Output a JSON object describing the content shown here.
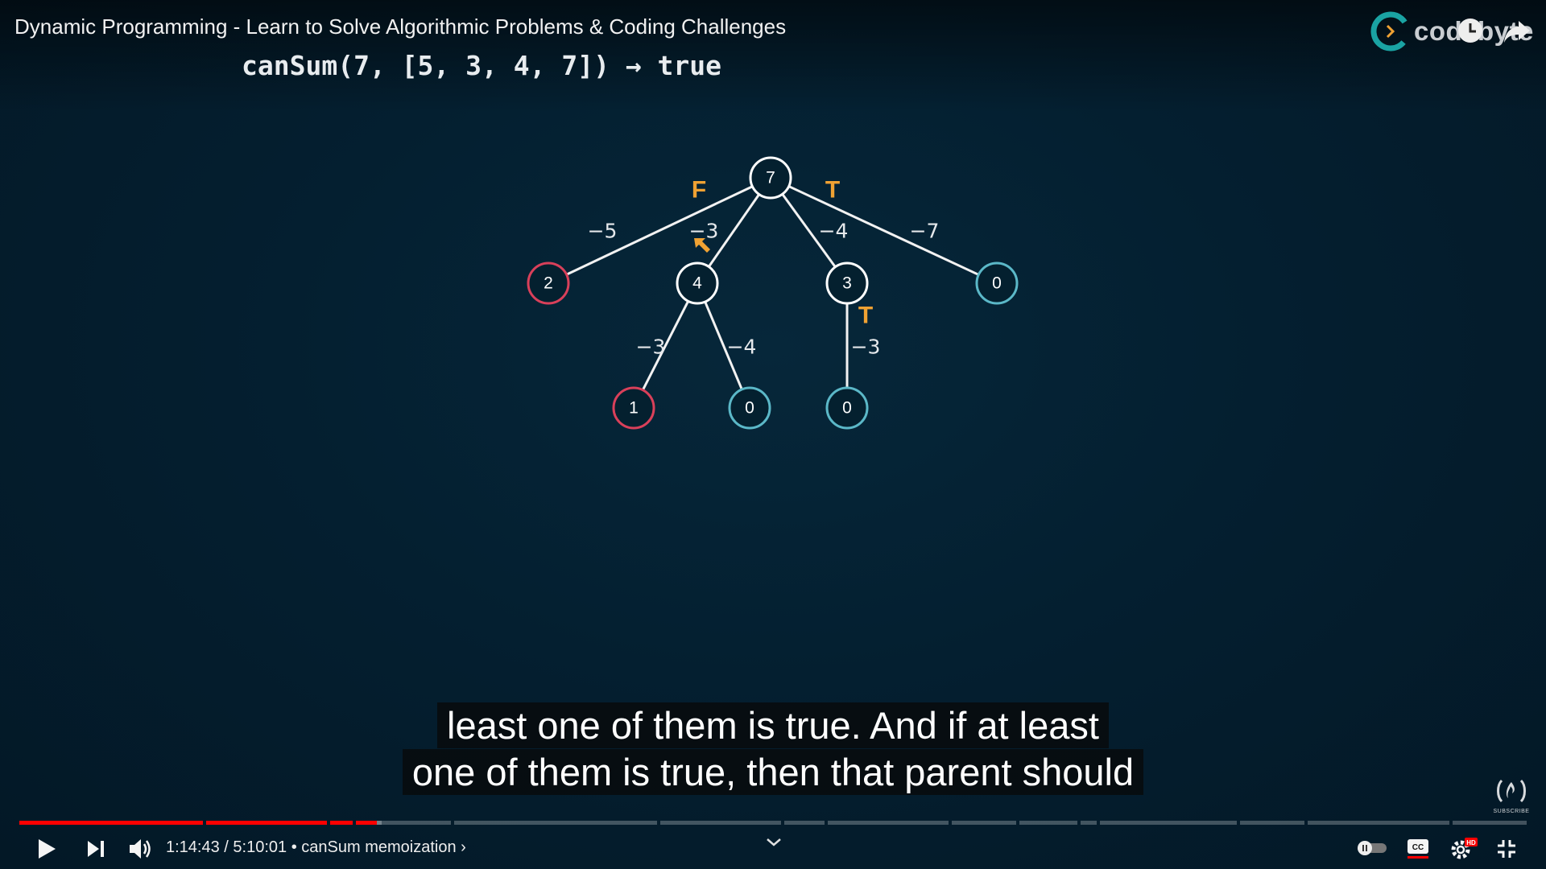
{
  "player": {
    "title": "Dynamic Programming - Learn to Solve Algorithmic Problems & Coding Challenges",
    "brand": "codebyte",
    "code_line": "canSum(7, [5, 3, 4, 7]) → true",
    "captions": [
      "least one of them is true. And if at least",
      "one of them is true, then that parent should"
    ],
    "time_current": "1:14:43",
    "time_separator": " / ",
    "time_total": "5:10:01",
    "chapter_sep": " • ",
    "chapter": "canSum memoization",
    "chapter_chevron": "›",
    "progress_fraction": 0.241,
    "colors": {
      "accent_red": "#ff0000",
      "node_false": "#d9405a",
      "node_true": "#5bb8c8",
      "node_neutral": "#ffffff",
      "result_label": "#f0a233"
    }
  },
  "tree": {
    "nodes": [
      {
        "id": "n7",
        "label": "7",
        "status": "neutral"
      },
      {
        "id": "n2",
        "label": "2",
        "status": "false"
      },
      {
        "id": "n4",
        "label": "4",
        "status": "neutral"
      },
      {
        "id": "n3",
        "label": "3",
        "status": "neutral"
      },
      {
        "id": "n0a",
        "label": "0",
        "status": "true"
      },
      {
        "id": "n1",
        "label": "1",
        "status": "false"
      },
      {
        "id": "n0b",
        "label": "0",
        "status": "true"
      },
      {
        "id": "n0c",
        "label": "0",
        "status": "true"
      }
    ],
    "edges": [
      {
        "from": "n7",
        "to": "n2",
        "label": "−5"
      },
      {
        "from": "n7",
        "to": "n4",
        "label": "−3"
      },
      {
        "from": "n7",
        "to": "n3",
        "label": "−4"
      },
      {
        "from": "n7",
        "to": "n0a",
        "label": "−7"
      },
      {
        "from": "n4",
        "to": "n1",
        "label": "−3"
      },
      {
        "from": "n4",
        "to": "n0b",
        "label": "−4"
      },
      {
        "from": "n3",
        "to": "n0c",
        "label": "−3"
      }
    ],
    "results": [
      "F",
      "T",
      "T"
    ]
  }
}
